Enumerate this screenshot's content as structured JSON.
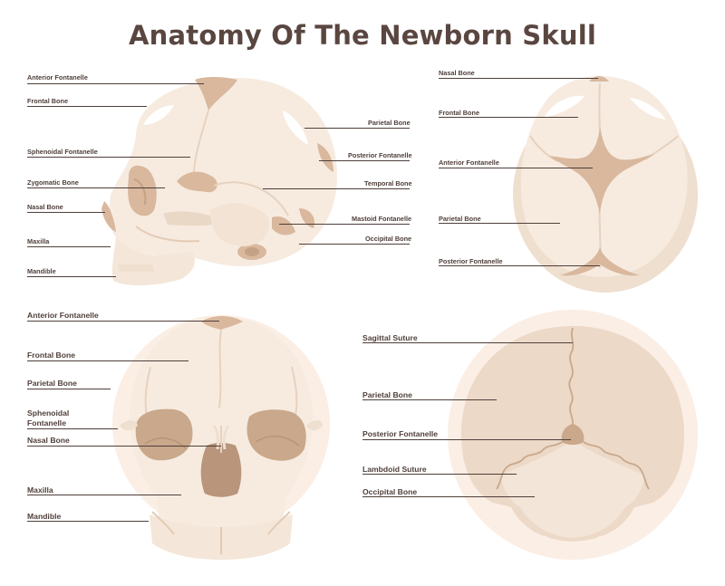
{
  "title": "Anatomy Of The Newborn Skull",
  "colors": {
    "bone": "#f7ebe0",
    "halo": "#fbeee4",
    "shadow": "#efdfcf",
    "fontanelle": "#d9b89d",
    "dark": "#b8957b",
    "text": "#4f3f3a"
  },
  "views": {
    "lateral": {
      "left_labels": [
        "Anterior Fontanelle",
        "Frontal Bone",
        "Sphenoidal Fontanelle",
        "Zygomatic Bone",
        "Nasal Bone",
        "Maxilla",
        "Mandible"
      ],
      "right_labels": [
        "Parietal Bone",
        "Posterior Fontanelle",
        "Temporal Bone",
        "Mastoid Fontanelle",
        "Occipital Bone"
      ]
    },
    "top": {
      "labels": [
        "Nasal Bone",
        "Frontal Bone",
        "Anterior Fontanelle",
        "Parietal Bone",
        "Posterior Fontanelle"
      ]
    },
    "front": {
      "labels": [
        "Anterior Fontanelle",
        "Frontal Bone",
        "Parietal Bone",
        "Sphenoidal",
        "Fontanelle",
        "Nasal Bone",
        "Maxilla",
        "Mandible"
      ]
    },
    "back": {
      "labels": [
        "Sagittal Suture",
        "Parietal Bone",
        "Posterior Fontanelle",
        "Lambdoid Suture",
        "Occipital Bone"
      ]
    }
  }
}
